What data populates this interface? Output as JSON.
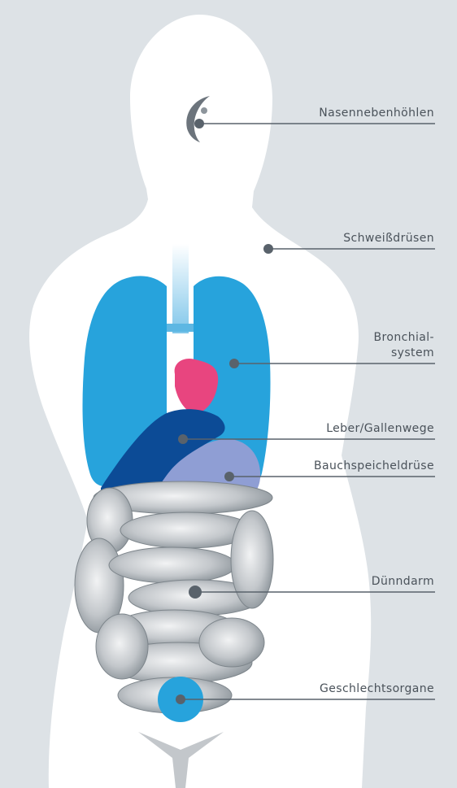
{
  "colors": {
    "background": "#dde2e6",
    "body": "#ffffff",
    "lung": "#27a3dc",
    "heart": "#e8457f",
    "liver": "#0c4b96",
    "pancreas": "#8f9ed4",
    "intestine": "#9aa2a8",
    "gonad": "#27a3dc",
    "leader": "#59626b"
  },
  "icons": [
    "body-silhouette-icon",
    "sinus-icon",
    "lungs-icon",
    "heart-icon",
    "liver-icon",
    "pancreas-icon",
    "intestine-icon",
    "gonad-icon"
  ],
  "labels": {
    "sinus": "Nasennebenhöhlen",
    "sweat": "Schweißdrüsen",
    "bronchial_1": "Bronchial-",
    "bronchial_2": "system",
    "liver": "Leber/Gallenwege",
    "pancreas": "Bauchspeicheldrüse",
    "intestine": "Dünndarm",
    "genital": "Geschlechtsorgane"
  }
}
